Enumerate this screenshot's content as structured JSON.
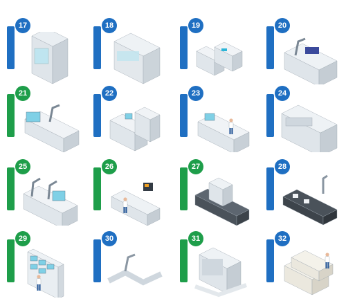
{
  "items": [
    {
      "num": "17",
      "label": "",
      "color": "#1f6fc2",
      "icon": "lab-cabinet-icon"
    },
    {
      "num": "18",
      "label": "",
      "color": "#1f6fc2",
      "icon": "fume-hood-icon"
    },
    {
      "num": "19",
      "label": "",
      "color": "#1f6fc2",
      "icon": "production-line-icon"
    },
    {
      "num": "20",
      "label": "",
      "color": "#1f6fc2",
      "icon": "robot-workstation-icon"
    },
    {
      "num": "21",
      "label": "",
      "color": "#1e9e4a",
      "icon": "robot-cell-icon"
    },
    {
      "num": "22",
      "label": "",
      "color": "#1f6fc2",
      "icon": "machine-station-icon"
    },
    {
      "num": "23",
      "label": "",
      "color": "#1f6fc2",
      "icon": "operator-console-icon"
    },
    {
      "num": "24",
      "label": "",
      "color": "#1f6fc2",
      "icon": "oven-line-icon"
    },
    {
      "num": "25",
      "label": "",
      "color": "#1e9e4a",
      "icon": "robot-arm-cell-icon"
    },
    {
      "num": "26",
      "label": "",
      "color": "#1e9e4a",
      "icon": "machining-station-icon"
    },
    {
      "num": "27",
      "label": "",
      "color": "#1e9e4a",
      "icon": "inspection-conveyor-icon"
    },
    {
      "num": "28",
      "label": "",
      "color": "#1f6fc2",
      "icon": "belt-conveyor-icon"
    },
    {
      "num": "29",
      "label": "",
      "color": "#1e9e4a",
      "icon": "display-wall-icon"
    },
    {
      "num": "30",
      "label": "",
      "color": "#1f6fc2",
      "icon": "conveyor-robot-icon"
    },
    {
      "num": "31",
      "label": "",
      "color": "#1e9e4a",
      "icon": "storage-rack-icon"
    },
    {
      "num": "32",
      "label": "",
      "color": "#1f6fc2",
      "icon": "pallet-worker-icon"
    }
  ]
}
